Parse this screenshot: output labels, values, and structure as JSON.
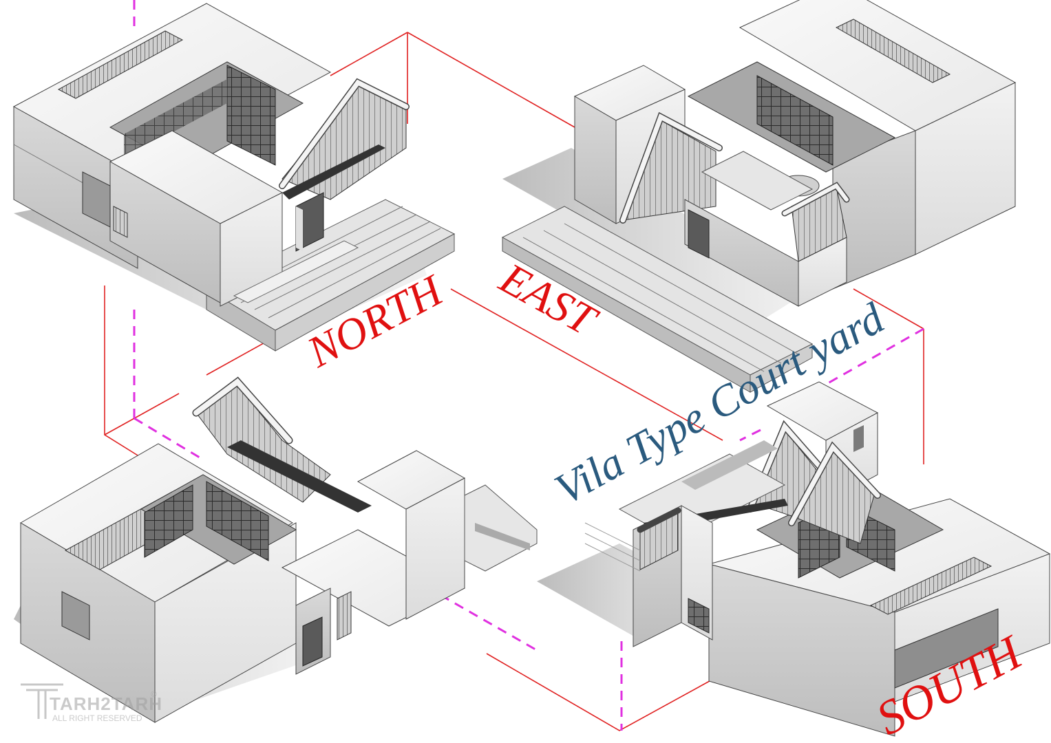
{
  "title": "Vila Type Court yard",
  "views": {
    "north": "NORTH",
    "east": "EAST",
    "south": "SOUTH"
  },
  "logo": {
    "brand": "TARH2TARH",
    "tagline": "ALL RIGHT RESERVED",
    "mark": "©"
  },
  "colors": {
    "label_red": "#e01010",
    "title_blue": "#2a5a7e",
    "guide_red": "#e02020",
    "guide_magenta": "#e030e0"
  }
}
